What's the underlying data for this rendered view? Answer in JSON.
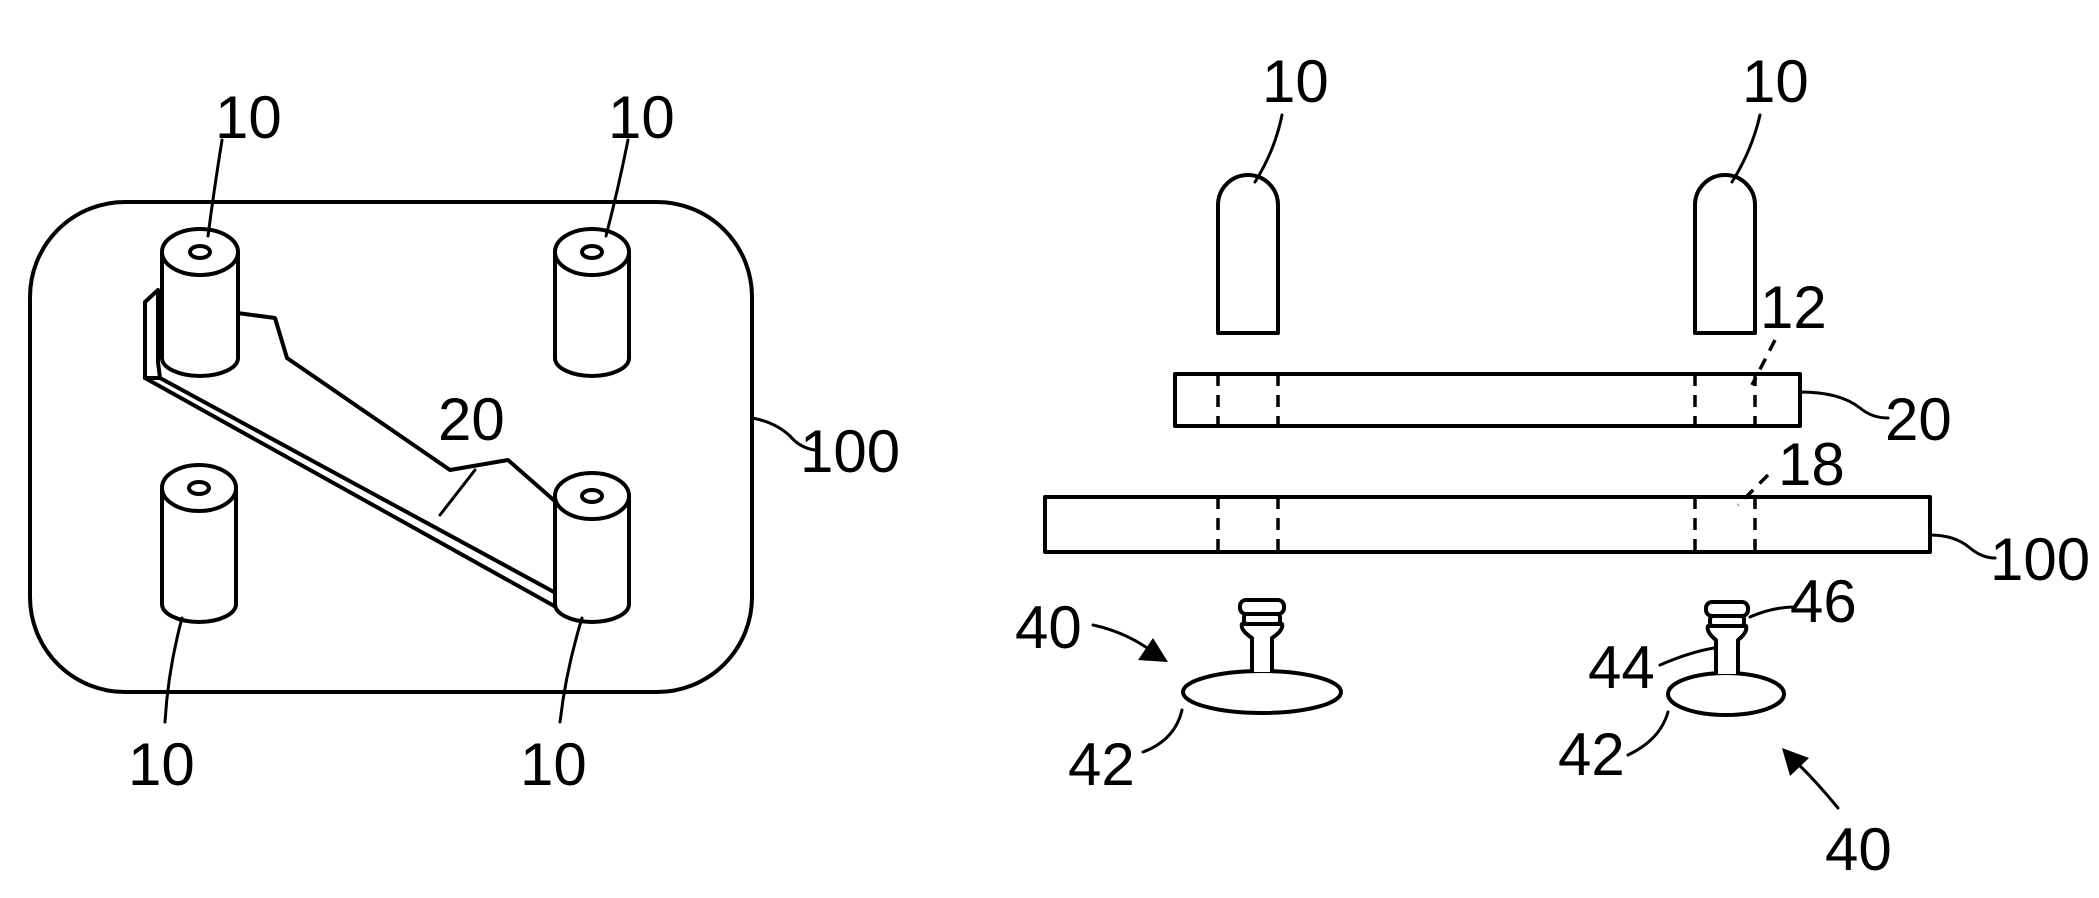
{
  "figure": {
    "left_view": {
      "ref_pin_top_left": "10",
      "ref_pin_top_right": "10",
      "ref_pin_bottom_left": "10",
      "ref_pin_bottom_right": "10",
      "ref_flex_circuit": "20",
      "ref_board": "100"
    },
    "right_view": {
      "ref_pin_left": "10",
      "ref_pin_right": "10",
      "ref_hole_circuit": "12",
      "ref_flex_circuit": "20",
      "ref_hole_board": "18",
      "ref_board": "100",
      "ref_fastener_left": "40",
      "ref_base_left": "42",
      "ref_shaft": "44",
      "ref_cap": "46",
      "ref_base_right": "42",
      "ref_fastener_right": "40"
    }
  }
}
